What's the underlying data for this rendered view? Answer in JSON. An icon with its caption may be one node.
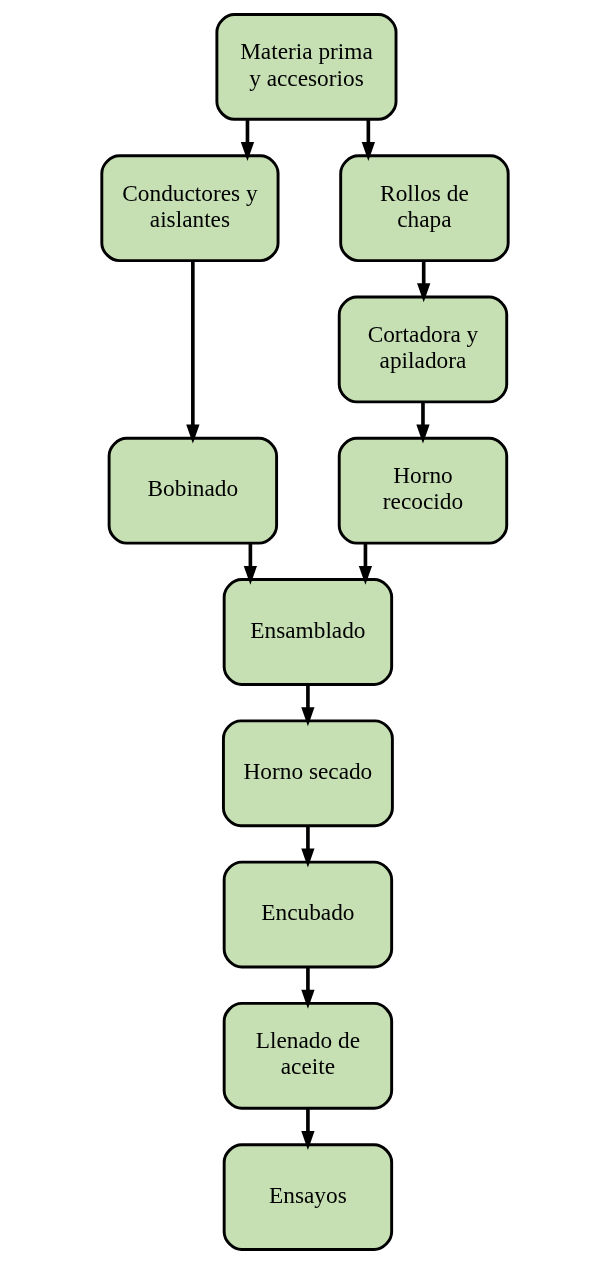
{
  "diagram": {
    "nodes": [
      {
        "text": [
          "Materia prima y accesorios"
        ]
      },
      {
        "text": [
          "Conductores y aislantes"
        ]
      },
      {
        "text": [
          "Rollos de chapa"
        ]
      },
      {
        "text": [
          "Bobinado"
        ]
      },
      {
        "text": [
          "Cortadora y apiladora"
        ]
      },
      {
        "text": [
          "Horno recocido"
        ]
      },
      {
        "text": [
          "Ensamblado"
        ]
      },
      {
        "text": [
          "Horno secado"
        ]
      },
      {
        "text": [
          "Encubado"
        ]
      },
      {
        "text": [
          "Llenado de aceite"
        ]
      },
      {
        "text": [
          "Ensayos"
        ]
      }
    ],
    "edges": [
      {
        "from": 0,
        "to": 1,
        "arrow": "to"
      },
      {
        "from": 0,
        "to": 2,
        "arrow": "to"
      },
      {
        "from": 1,
        "to": 3,
        "arrow": "to"
      },
      {
        "from": 2,
        "to": 4,
        "arrow": "to"
      },
      {
        "from": 4,
        "to": 5,
        "arrow": "to"
      },
      {
        "from": 3,
        "to": 6,
        "arrow": "to"
      },
      {
        "from": 5,
        "to": 6,
        "arrow": "to"
      },
      {
        "from": 6,
        "to": 7,
        "arrow": "to"
      },
      {
        "from": 7,
        "to": 8,
        "arrow": "to"
      },
      {
        "from": 8,
        "to": 9,
        "arrow": "to"
      },
      {
        "from": 9,
        "to": 10,
        "arrow": "to"
      }
    ]
  }
}
